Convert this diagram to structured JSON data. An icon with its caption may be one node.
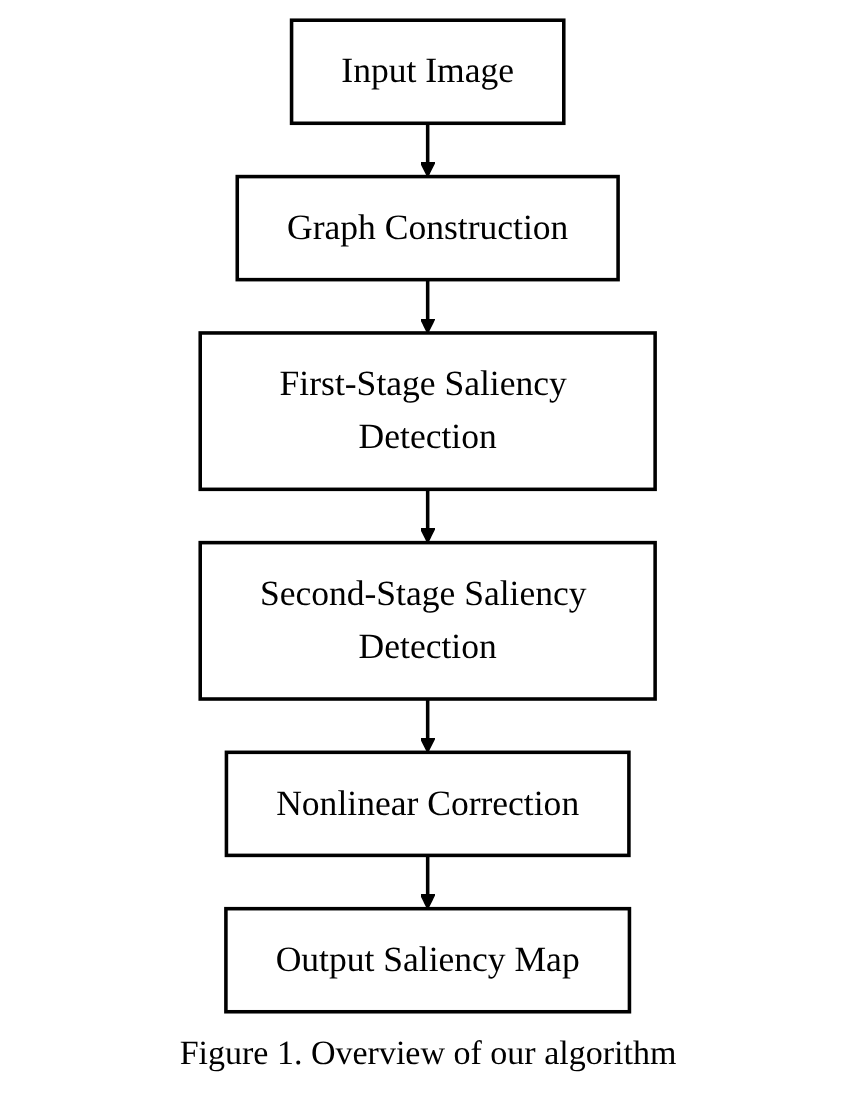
{
  "diagram": {
    "caption": "Figure 1. Overview of our algorithm",
    "nodes": [
      {
        "text": [
          "Input Image"
        ]
      },
      {
        "text": [
          "Graph Construction"
        ]
      },
      {
        "text": [
          "First-Stage Saliency Detection"
        ]
      },
      {
        "text": [
          "Second-Stage Saliency Detection"
        ]
      },
      {
        "text": [
          "Nonlinear Correction"
        ]
      },
      {
        "text": [
          "Output Saliency Map"
        ]
      }
    ],
    "edges": [
      {
        "from": 0,
        "to": 1,
        "arrow": "to"
      },
      {
        "from": 1,
        "to": 2,
        "arrow": "to"
      },
      {
        "from": 2,
        "to": 3,
        "arrow": "to"
      },
      {
        "from": 3,
        "to": 4,
        "arrow": "to"
      },
      {
        "from": 4,
        "to": 5,
        "arrow": "to"
      }
    ]
  }
}
